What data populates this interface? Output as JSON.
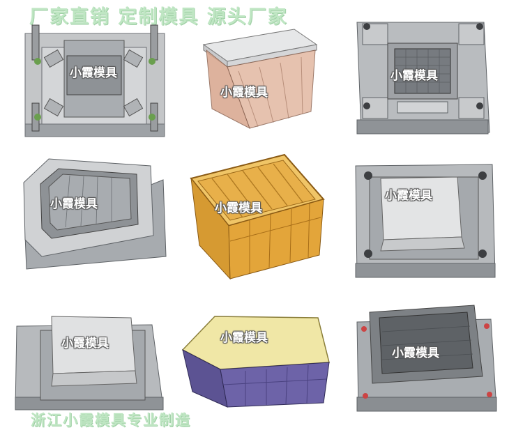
{
  "header": {
    "banner_text": "厂家直销  定制模具  源头厂家"
  },
  "footer": {
    "banner_text": "浙江小霞模具专业制造"
  },
  "watermark": {
    "text": "小霞模具"
  },
  "colors": {
    "banner_green": "#bfe6c3",
    "mold_steel": "#b9bcbf",
    "mold_dark": "#8b8f93",
    "crate_orange": "#e3a53a",
    "crate_purple": "#6d63a8",
    "crate_pink": "#d8a58c",
    "lid_yellow": "#f0e7a6"
  },
  "images": [
    {
      "id": "mold-fixed-half-top-view"
    },
    {
      "id": "crate-with-lid-transparent"
    },
    {
      "id": "mold-moving-half-top-view"
    },
    {
      "id": "mold-cavity-angled"
    },
    {
      "id": "orange-crate"
    },
    {
      "id": "mold-core-angled"
    },
    {
      "id": "mold-core-block"
    },
    {
      "id": "purple-crate-with-lid"
    },
    {
      "id": "mold-cavity-dark"
    }
  ]
}
